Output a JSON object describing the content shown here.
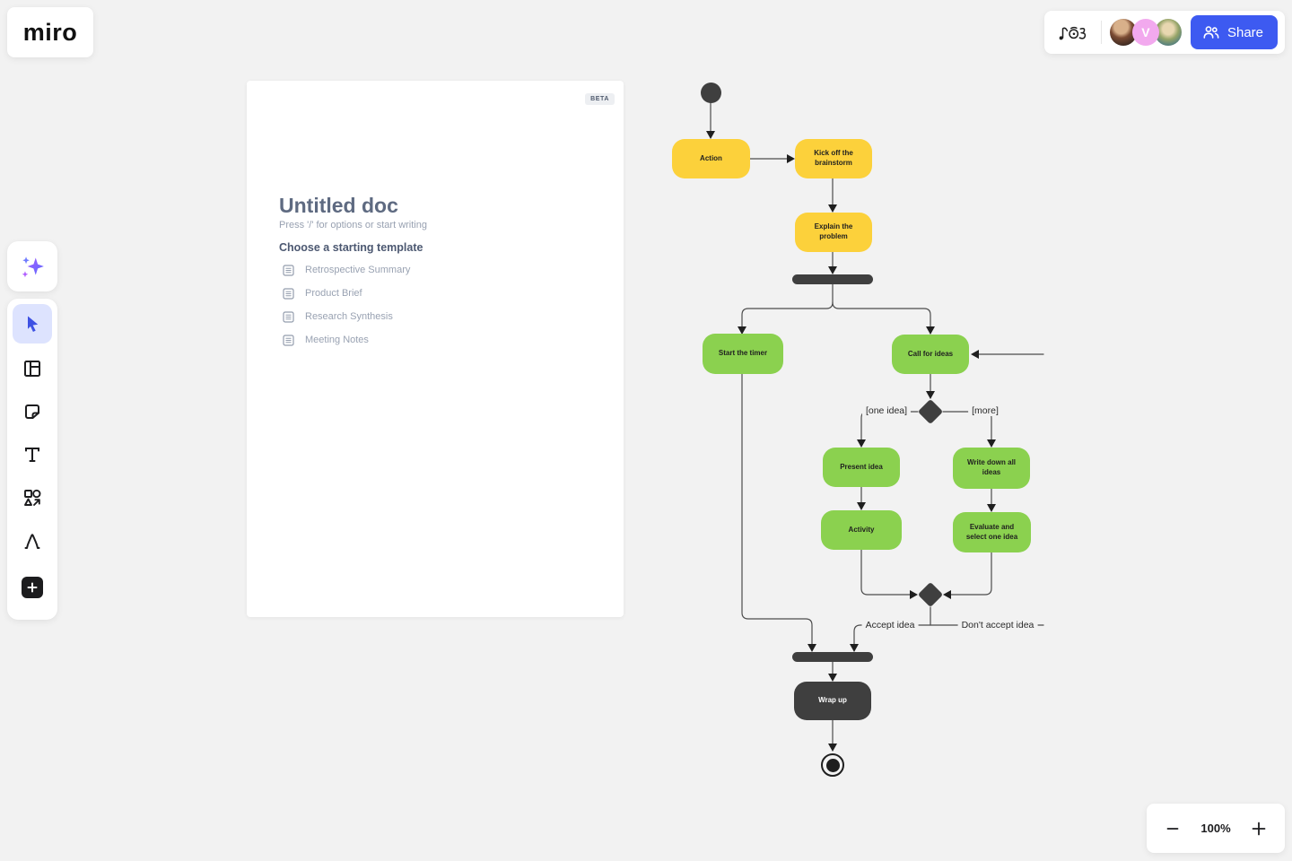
{
  "app": {
    "logo_text": "miro"
  },
  "topbar": {
    "icons": [
      "music-doodle-icon"
    ],
    "avatars": [
      {
        "type": "photo",
        "label": "collaborator-1"
      },
      {
        "type": "initial",
        "initial": "V",
        "color": "#F2A9EE"
      },
      {
        "type": "photo",
        "label": "collaborator-3"
      }
    ],
    "share_label": "Share"
  },
  "toolbar": {
    "items": [
      "ai-assistant",
      "select",
      "frames",
      "sticky-note",
      "text",
      "shapes",
      "pen",
      "add-more"
    ],
    "active_item": "select"
  },
  "document_panel": {
    "beta_badge": "BETA",
    "title": "Untitled doc",
    "subtitle": "Press '/' for options or start writing",
    "templates_heading": "Choose a starting template",
    "templates": [
      "Retrospective Summary",
      "Product Brief",
      "Research Synthesis",
      "Meeting Notes"
    ]
  },
  "diagram": {
    "nodes": {
      "action": "Action",
      "kickoff": "Kick off the brainstorm",
      "explain": "Explain the problem",
      "start_timer": "Start the timer",
      "call_for_ideas": "Call for ideas",
      "present_idea": "Present idea",
      "write_down": "Write down all ideas",
      "activity": "Activity",
      "evaluate": "Evaluate and select one idea",
      "wrap_up": "Wrap up"
    },
    "edge_labels": {
      "one_idea": "[one idea]",
      "more": "[more]",
      "accept": "Accept idea",
      "dont_accept": "Don't accept idea"
    }
  },
  "zoom_controls": {
    "zoom_level": "100%",
    "icons": [
      "minus-icon",
      "plus-icon"
    ]
  },
  "colors": {
    "accent_blue": "#3D5AF1",
    "node_yellow": "#FCD13B",
    "node_green": "#8BD14F",
    "node_dark": "#3F3F3F",
    "active_tool_bg": "#DDE3FE",
    "canvas_bg": "#F2F2F2",
    "avatar_pink": "#F2A9EE"
  }
}
